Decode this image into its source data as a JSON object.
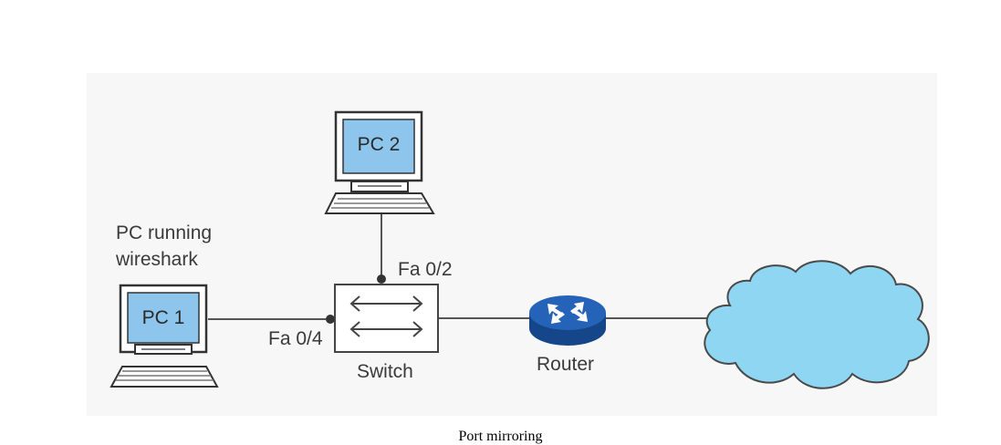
{
  "diagram": {
    "pc_running_label": [
      "PC running",
      "wireshark"
    ],
    "pc1_label": "PC 1",
    "pc2_label": "PC 2",
    "port_fa02": "Fa 0/2",
    "port_fa04": "Fa 0/4",
    "switch_label": "Switch",
    "router_label": "Router",
    "caption": "Port mirroring"
  },
  "colors": {
    "screen": "#8ec5ec",
    "cloud": "#8fd6f2",
    "router": "#1d5ba8",
    "line": "#555555"
  }
}
